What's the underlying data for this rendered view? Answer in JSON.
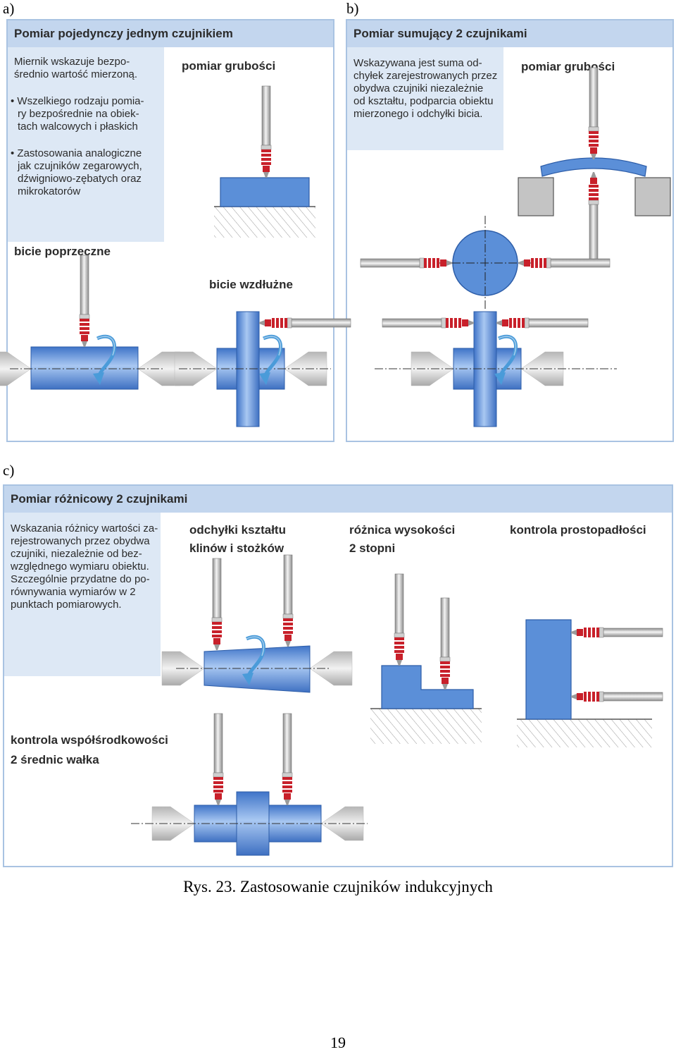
{
  "panels": {
    "a": {
      "letter": "a)",
      "title": "Pomiar pojedynczy jednym czujnikiem",
      "info_lines": [
        "Miernik wskazuje bezpo-",
        "średnio wartość mierzoną."
      ],
      "bullets": [
        [
          "• Wszelkiego rodzaju pomia-",
          "ry bezpośrednie na obiek-",
          "tach walcowych i płaskich"
        ],
        [
          "• Zastosowania analogiczne",
          "jak czujników zegarowych,",
          "dźwigniowo-zębatych oraz",
          "mikrokatorów"
        ]
      ],
      "label_thickness": "pomiar grubości",
      "label_radial": "bicie poprzeczne",
      "label_axial": "bicie wzdłużne"
    },
    "b": {
      "letter": "b)",
      "title": "Pomiar sumujący 2 czujnikami",
      "info_lines": [
        "Wskazywana jest suma od-",
        "chyłek zarejestrowanych przez",
        "obydwa czujniki niezależnie",
        "od kształtu, podparcia obiektu",
        "mierzonego i odchyłki bicia."
      ],
      "label_thickness": "pomiar grubości"
    },
    "c": {
      "letter": "c)",
      "title": "Pomiar różnicowy 2 czujnikami",
      "info_lines": [
        "Wskazania różnicy wartości za-",
        "rejestrowanych przez obydwa",
        "czujniki, niezależnie od bez-",
        "względnego wymiaru obiektu.",
        "Szczególnie przydatne do po-",
        "równywania wymiarów w 2",
        "punktach pomiarowych."
      ],
      "label_shape": [
        "odchyłki kształtu",
        "klinów i stożków"
      ],
      "label_height": [
        "różnica wysokości",
        "2 stopni"
      ],
      "label_perp": "kontrola prostopadłości",
      "label_coax": [
        "kontrola współśrodkowości",
        "2 średnic wałka"
      ]
    }
  },
  "caption": "Rys. 23. Zastosowanie czujników indukcyjnych",
  "page_number": "19",
  "colors": {
    "panel_border": "#a9c3e2",
    "header_bg": "#c3d6ee",
    "info_bg": "#dde8f5",
    "part_blue": "#5b8fd8",
    "probe_tip_red": "#c8202a",
    "arrow_blue": "#4a9bd9"
  }
}
